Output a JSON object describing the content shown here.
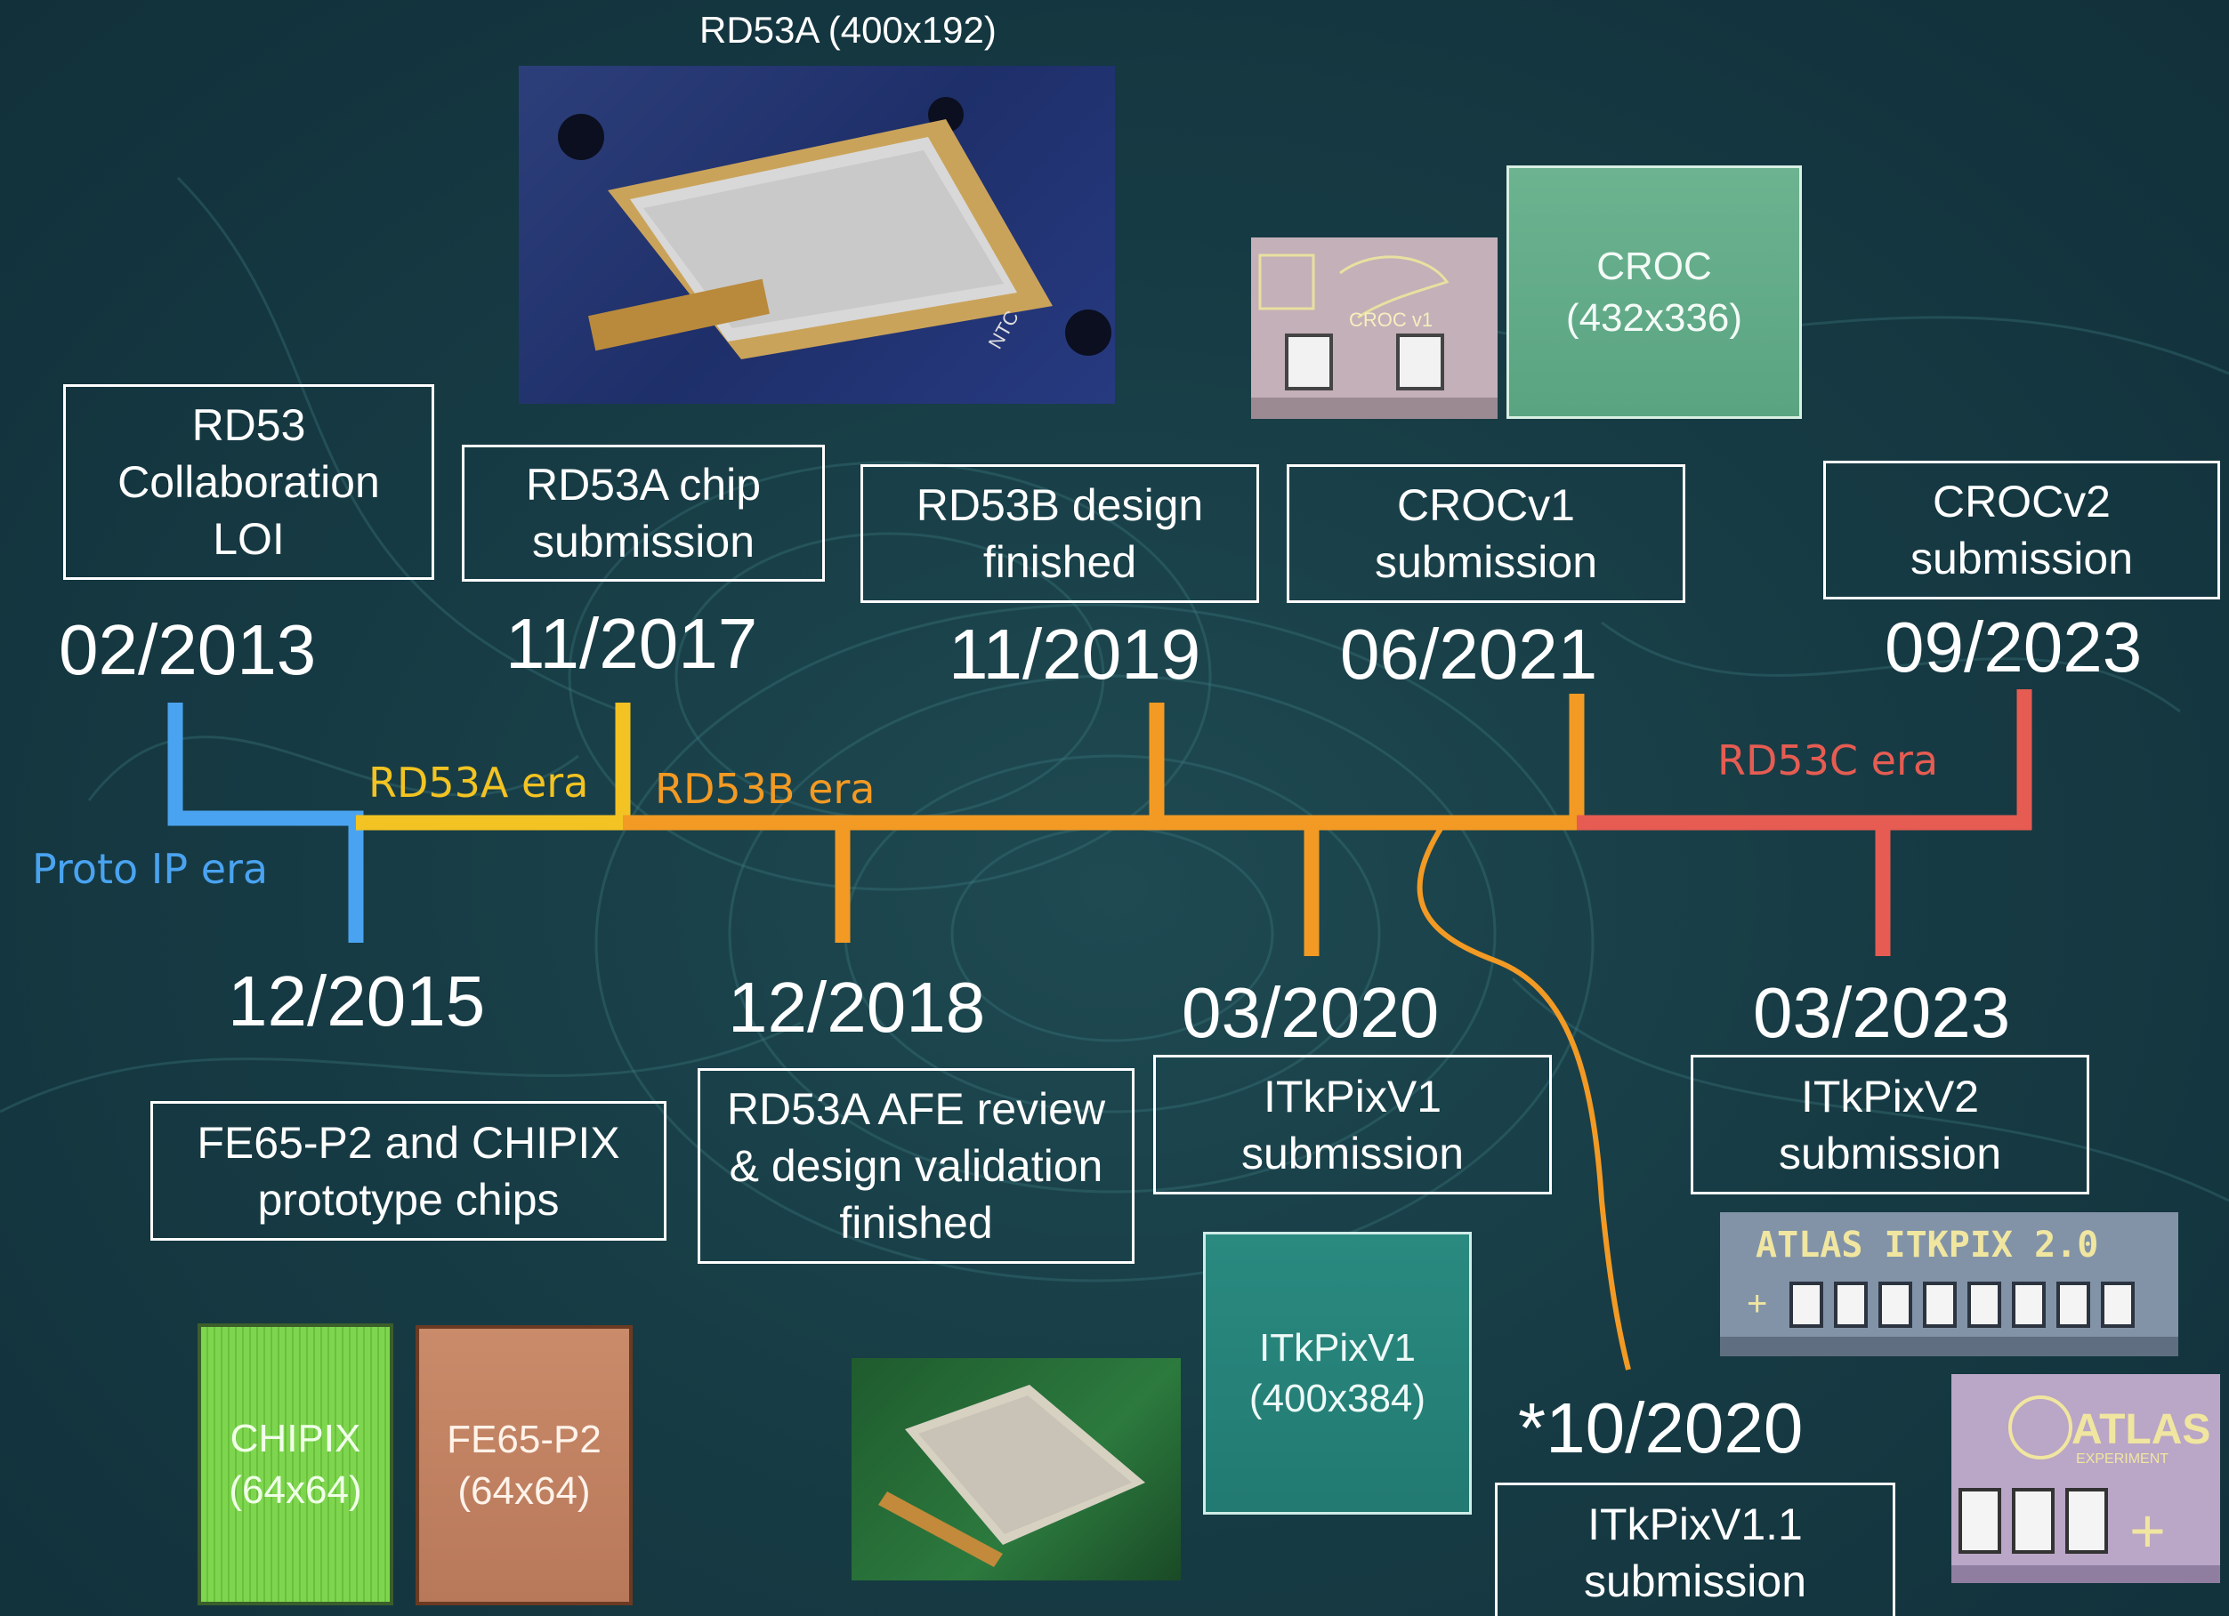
{
  "colors": {
    "background": "#173c45",
    "proto_ip": "#4aa3f0",
    "rd53a": "#f2c322",
    "rd53b": "#f29a24",
    "rd53c": "#e65c52"
  },
  "eras": {
    "proto_ip": "Proto IP era",
    "rd53a": "RD53A era",
    "rd53b": "RD53B era",
    "rd53c": "RD53C era"
  },
  "milestones": {
    "m2013": {
      "date": "02/2013",
      "label": "RD53\nCollaboration\nLOI"
    },
    "m2015": {
      "date": "12/2015",
      "label": "FE65-P2 and CHIPIX\nprototype chips"
    },
    "m2017": {
      "date": "11/2017",
      "label": "RD53A chip\nsubmission"
    },
    "m2018": {
      "date": "12/2018",
      "label": "RD53A AFE review\n& design validation\nfinished"
    },
    "m2019": {
      "date": "11/2019",
      "label": "RD53B design\nfinished"
    },
    "m2020a": {
      "date": "03/2020",
      "label": "ITkPixV1\nsubmission"
    },
    "m2020b": {
      "date": "*10/2020",
      "label": "ITkPixV1.1\nsubmission"
    },
    "m2021": {
      "date": "06/2021",
      "label": "CROCv1\nsubmission"
    },
    "m2023a": {
      "date": "03/2023",
      "label": "ITkPixV2\nsubmission"
    },
    "m2023b": {
      "date": "09/2023",
      "label": "CROCv2\nsubmission"
    }
  },
  "chips": {
    "rd53a_caption": "RD53A (400x192)",
    "croc": "CROC\n(432x336)",
    "crocv1_marking": "CROC v1",
    "itkpixv1": "ITkPixV1\n(400x384)",
    "chipix": "CHIPIX\n(64x64)",
    "fe65": "FE65-P2\n(64x64)",
    "atlas_itkpix2": "ATLAS  ITKPIX 2.0",
    "atlas_logo": "ATLAS",
    "atlas_experiment": "EXPERIMENT",
    "ntc": "NTC"
  }
}
